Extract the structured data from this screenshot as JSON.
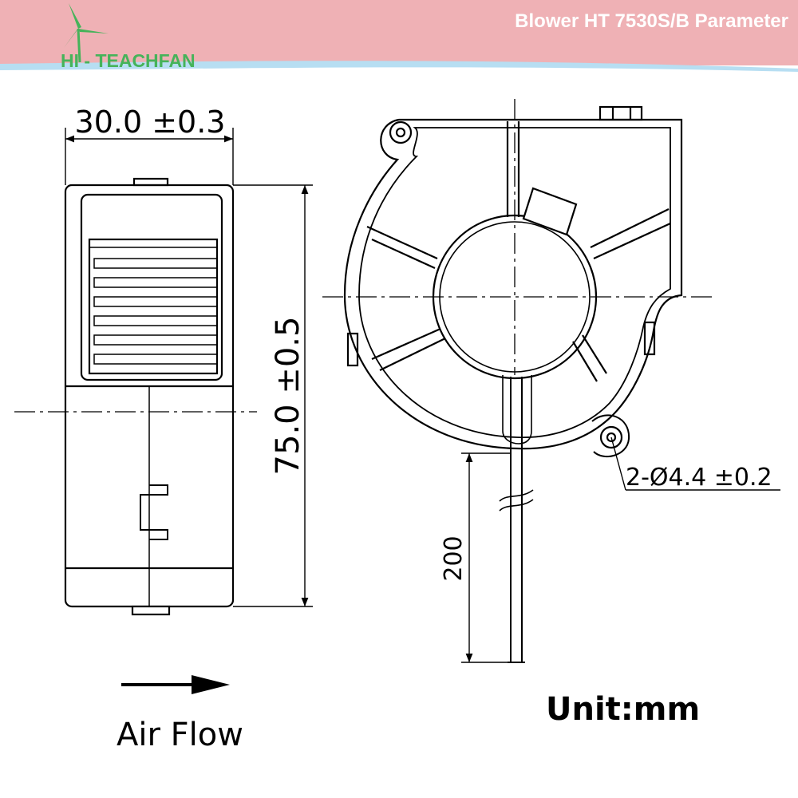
{
  "header": {
    "brand": "HI - TEACHFAN",
    "title": "Blower HT 7530S/B Parameter",
    "colors": {
      "band": "#efb1b5",
      "brand_green": "#46b35a",
      "wave_blue": "#b7def2"
    }
  },
  "dimensions": {
    "width": "30.0 ±0.3",
    "height": "75.0 ±0.5",
    "holes": "2-Ø4.4 ±0.2",
    "cable_length": "200"
  },
  "labels": {
    "air_flow": "Air Flow",
    "unit": "Unit:mm"
  }
}
